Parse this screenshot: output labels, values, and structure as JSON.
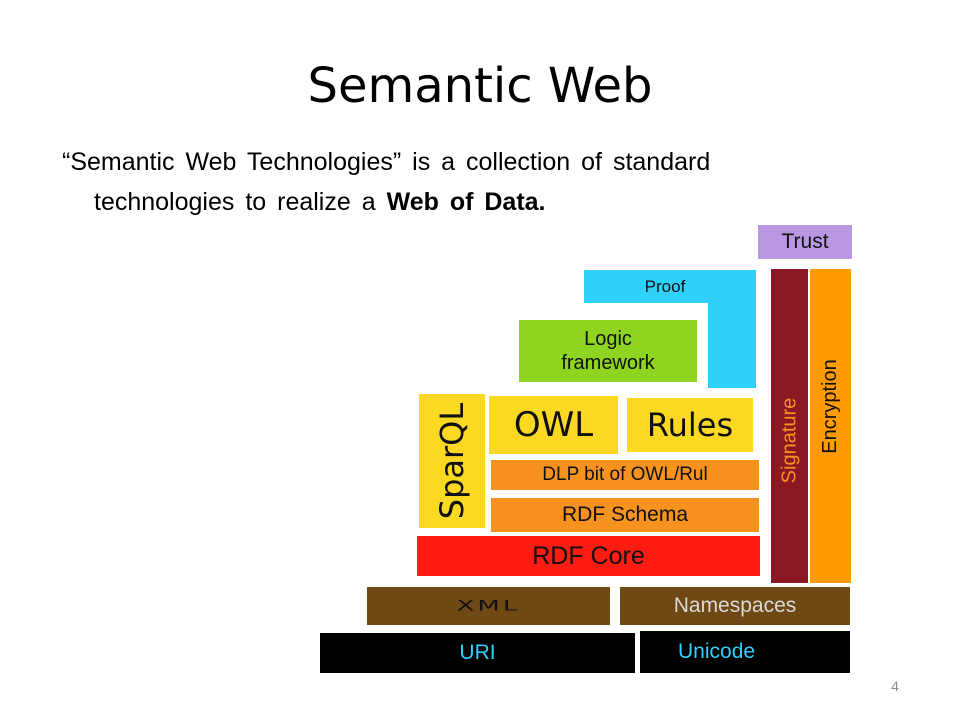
{
  "slide": {
    "title": "Semantic Web",
    "subtitle_part1": "“Semantic Web Technologies” is a collection of standard",
    "subtitle_part2": "technologies to realize a ",
    "subtitle_bold": "Web of Data.",
    "page_number": "4"
  },
  "stack": {
    "trust": "Trust",
    "proof": "Proof",
    "logic": "Logic framework",
    "owl": "OWL",
    "rules": "Rules",
    "sparql": "SparQL",
    "dlp": "DLP bit of OWL/Rul",
    "rdf_schema": "RDF Schema",
    "rdf_core": "RDF Core",
    "signature": "Signature",
    "encryption": "Encryption",
    "xml": "XML",
    "namespaces": "Namespaces",
    "uri": "URI",
    "unicode": "Unicode"
  },
  "colors": {
    "trust": "#b997e3",
    "proof": "#2fd0fa",
    "logic": "#8ed420",
    "owl_rules_sparql": "#fbd923",
    "dlp_schema": "#f7921e",
    "rdf_core": "#fd1b12",
    "signature": "#8c1823",
    "encryption": "#ff9b00",
    "xml_namespaces": "#6e4914",
    "uri_unicode": "#000000"
  }
}
